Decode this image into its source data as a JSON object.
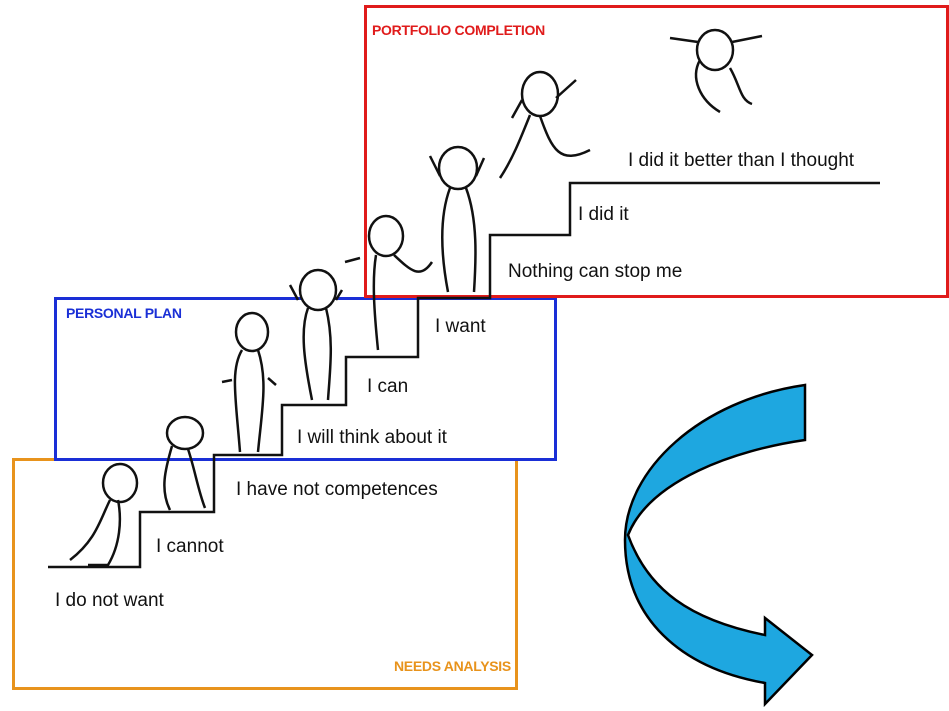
{
  "colors": {
    "needs_analysis": "#e8931c",
    "personal_plan": "#1a2fd6",
    "portfolio_completion": "#e01b1b",
    "arrow_fill": "#1ea7e0",
    "arrow_stroke": "#000000",
    "line": "#111111"
  },
  "sections": {
    "needs_analysis": {
      "title": "NEEDS ANALYSIS"
    },
    "personal_plan": {
      "title": "PERSONAL PLAN"
    },
    "portfolio_completion": {
      "title": "PORTFOLIO COMPLETION"
    }
  },
  "steps": [
    {
      "label": "I do not want"
    },
    {
      "label": "I cannot"
    },
    {
      "label": "I have not competences"
    },
    {
      "label": "I will think about it"
    },
    {
      "label": "I can"
    },
    {
      "label": "I want"
    },
    {
      "label": "Nothing can stop me"
    },
    {
      "label": "I did it"
    },
    {
      "label": "I did it better than I thought"
    }
  ],
  "icons": [
    "stick-figure-icon",
    "curved-arrow-icon"
  ]
}
